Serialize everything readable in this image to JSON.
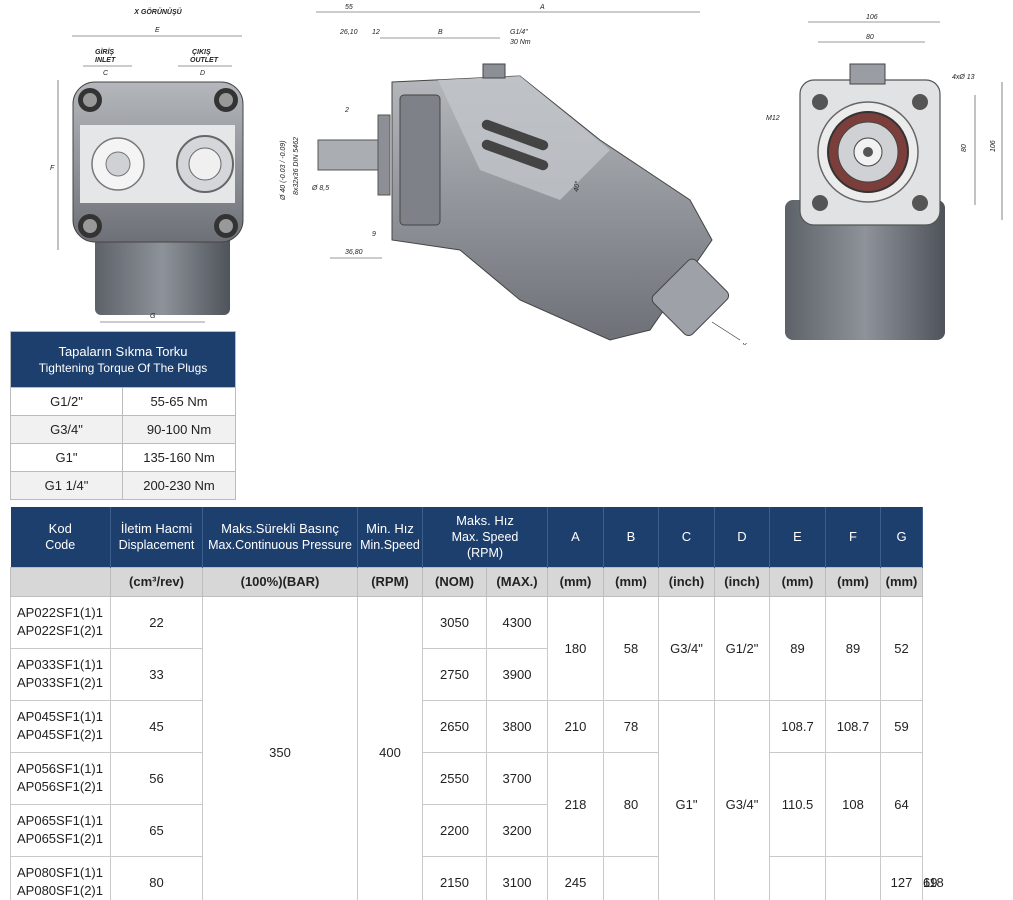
{
  "drawing": {
    "view_label": "X GÖRÜNÜŞÜ",
    "inlet_tr": "GİRİŞ",
    "inlet_en": "INLET",
    "outlet_tr": "ÇIKIŞ",
    "outlet_en": "OUTLET",
    "dims_front": {
      "E": "E",
      "C": "C",
      "D": "D",
      "F": "F",
      "G": "G"
    },
    "dims_side": {
      "d55": "55",
      "A": "A",
      "d2610": "26,10",
      "d12": "12",
      "B": "B",
      "port": "G1/4\"",
      "torque": "30 Nm",
      "d2": "2",
      "shaft_dia": "Ø 40 (-0.03 / -0.09)",
      "spline": "8x32x36 DIN 5462",
      "d85": "Ø 8,5",
      "d9": "9",
      "d3680": "36,80",
      "angle": "40°",
      "x": "X"
    },
    "dims_flange": {
      "d106a": "106",
      "d80a": "80",
      "holes": "4xØ 13",
      "m12": "M12",
      "d80b": "80",
      "d106b": "106"
    }
  },
  "torque_table": {
    "title_tr": "Tapaların Sıkma Torku",
    "title_en": "Tightening Torque Of The Plugs",
    "rows": [
      {
        "size": "G1/2\"",
        "torque": "55-65 Nm"
      },
      {
        "size": "G3/4\"",
        "torque": "90-100 Nm"
      },
      {
        "size": "G1\"",
        "torque": "135-160 Nm"
      },
      {
        "size": "G1 1/4\"",
        "torque": "200-230 Nm"
      }
    ]
  },
  "spec_table": {
    "headers": {
      "code_tr": "Kod",
      "code_en": "Code",
      "disp_tr": "İletim Hacmi",
      "disp_en": "Displacement",
      "pres_tr": "Maks.Sürekli Basınç",
      "pres_en": "Max.Continuous Pressure",
      "minspd_tr": "Min. Hız",
      "minspd_en": "Min.Speed",
      "maxspd_tr": "Maks. Hız",
      "maxspd_en": "Max. Speed",
      "maxspd_unit": "(RPM)",
      "A": "A",
      "B": "B",
      "C": "C",
      "D": "D",
      "E": "E",
      "F": "F",
      "G": "G"
    },
    "units": {
      "disp": "(cm³/rev)",
      "pres": "(100%)(BAR)",
      "minspd": "(RPM)",
      "nom": "(NOM)",
      "max": "(MAX.)",
      "A": "(mm)",
      "B": "(mm)",
      "C": "(inch)",
      "D": "(inch)",
      "E": "(mm)",
      "F": "(mm)",
      "G": "(mm)"
    },
    "codes": [
      {
        "l1": "AP022SF1(1)1",
        "l2": "AP022SF1(2)1"
      },
      {
        "l1": "AP033SF1(1)1",
        "l2": "AP033SF1(2)1"
      },
      {
        "l1": "AP045SF1(1)1",
        "l2": "AP045SF1(2)1"
      },
      {
        "l1": "AP056SF1(1)1",
        "l2": "AP056SF1(2)1"
      },
      {
        "l1": "AP065SF1(1)1",
        "l2": "AP065SF1(2)1"
      },
      {
        "l1": "AP080SF1(1)1",
        "l2": "AP080SF1(2)1"
      }
    ],
    "displacement": [
      "22",
      "33",
      "45",
      "56",
      "65",
      "80"
    ],
    "pressure": "350",
    "min_speed": "400",
    "nom_speed": [
      "3050",
      "2750",
      "2650",
      "2550",
      "2200",
      "2150"
    ],
    "max_speed": [
      "4300",
      "3900",
      "3800",
      "3700",
      "3200",
      "3100"
    ],
    "A": [
      "180",
      "210",
      "218",
      "245"
    ],
    "B": [
      "58",
      "78",
      "80"
    ],
    "C": [
      "G3/4\"",
      "G1\""
    ],
    "D": [
      "G1/2\"",
      "G3/4\""
    ],
    "E": [
      "89",
      "108.7",
      "110.5",
      "127"
    ],
    "F": [
      "89",
      "108.7",
      "108",
      "118"
    ],
    "G": [
      "52",
      "59",
      "64",
      "69"
    ]
  }
}
